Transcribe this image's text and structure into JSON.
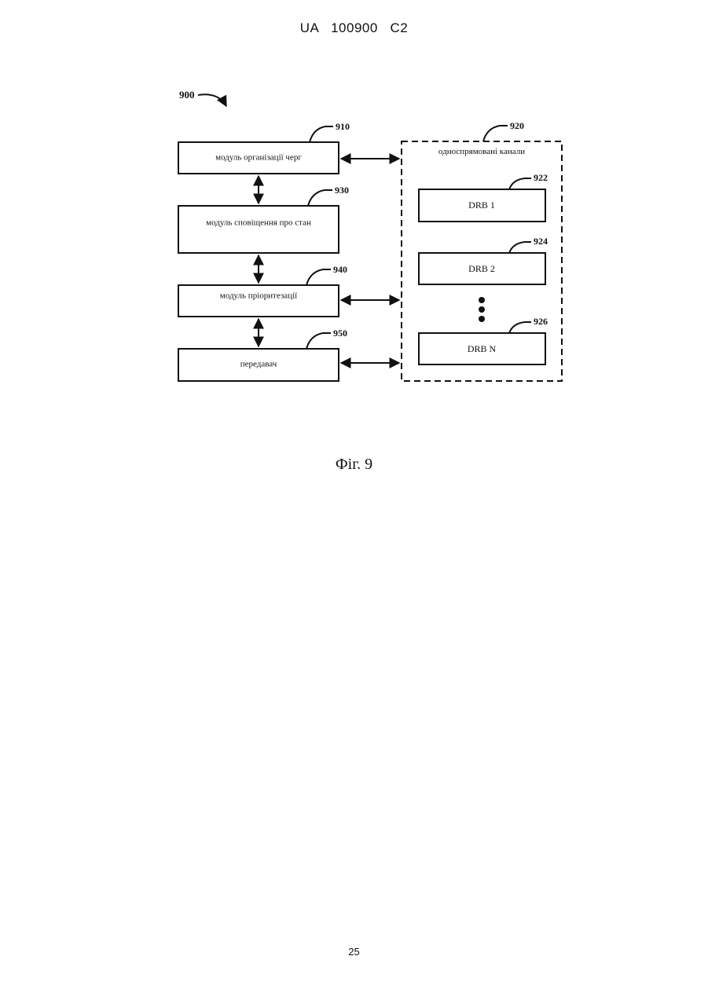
{
  "page": {
    "header": "UA   100900   C2",
    "page_number": "25"
  },
  "figure": {
    "caption": "Фіг. 9",
    "system_ref": "900",
    "modules": [
      {
        "ref": "910",
        "label": "модуль організації черг"
      },
      {
        "ref": "930",
        "label": "модуль сповіщення про стан"
      },
      {
        "ref": "940",
        "label": "модуль пріоритезації"
      },
      {
        "ref": "950",
        "label": "передавач"
      }
    ],
    "channels_group": {
      "ref": "920",
      "label": "односпрямовані канали"
    },
    "drbs": [
      {
        "ref": "922",
        "label": "DRB 1"
      },
      {
        "ref": "924",
        "label": "DRB 2"
      },
      {
        "ref": "926",
        "label": "DRB N"
      }
    ]
  }
}
